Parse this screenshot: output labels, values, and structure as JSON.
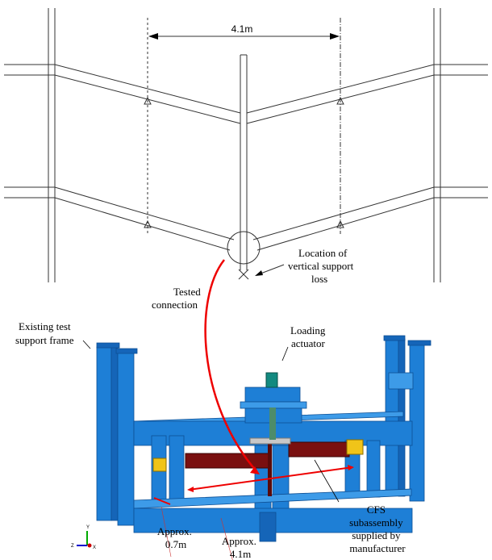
{
  "plan": {
    "dimension_label": "4.1m",
    "location_label": [
      "Location of",
      "vertical support",
      "loss"
    ],
    "tested_label": [
      "Tested",
      "connection"
    ]
  },
  "model": {
    "frame_label": [
      "Existing test",
      "support frame"
    ],
    "actuator_label": [
      "Loading",
      "actuator"
    ],
    "cfs_label": [
      "CFS",
      "subassembly",
      "supplied by",
      "manufacturer"
    ],
    "approx_short": [
      "Approx.",
      "0.7m"
    ],
    "approx_long": [
      "Approx.",
      "4.1m"
    ],
    "axes": {
      "y": "Y",
      "z": "Z",
      "x": "X"
    }
  },
  "colors": {
    "frame": "#1e7fd6",
    "beam": "#7a1010",
    "arrow": "#e00000",
    "actuator": "#138a80",
    "bracket": "#f0c419"
  }
}
